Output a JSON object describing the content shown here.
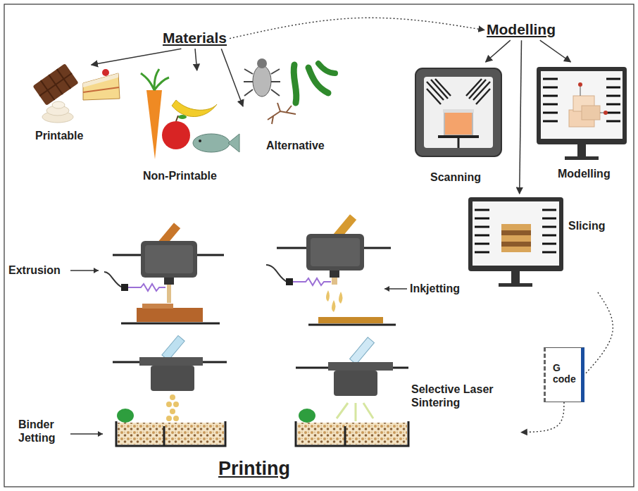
{
  "diagram": {
    "nodes": [
      {
        "text": [
          "Materials"
        ]
      },
      {
        "text": [
          "Printable"
        ]
      },
      {
        "text": [
          "Non-Printable"
        ]
      },
      {
        "text": [
          "Alternative"
        ]
      },
      {
        "text": [
          "Modelling"
        ]
      },
      {
        "text": [
          "Scanning"
        ]
      },
      {
        "text": [
          "Modelling"
        ]
      },
      {
        "text": [
          "Slicing"
        ]
      },
      {
        "text": [
          "G code"
        ]
      },
      {
        "text": [
          "Printing"
        ]
      }
    ],
    "edges": [
      {
        "from": 0,
        "to": 1,
        "arrow": "to"
      },
      {
        "from": 0,
        "to": 2,
        "arrow": "to"
      },
      {
        "from": 0,
        "to": 3,
        "arrow": "to"
      },
      {
        "from": 0,
        "to": 4,
        "arrow": "to"
      },
      {
        "from": 4,
        "to": 5,
        "arrow": "to"
      },
      {
        "from": 4,
        "to": 6,
        "arrow": "to"
      },
      {
        "from": 4,
        "to": 7,
        "arrow": "to"
      },
      {
        "from": 7,
        "to": 8,
        "arrow": "none"
      },
      {
        "from": 8,
        "to": 9,
        "arrow": "to"
      }
    ],
    "labels": [
      "Extrusion",
      "Inkjetting",
      "Binder Jetting",
      "Selective Laser Sintering"
    ]
  }
}
